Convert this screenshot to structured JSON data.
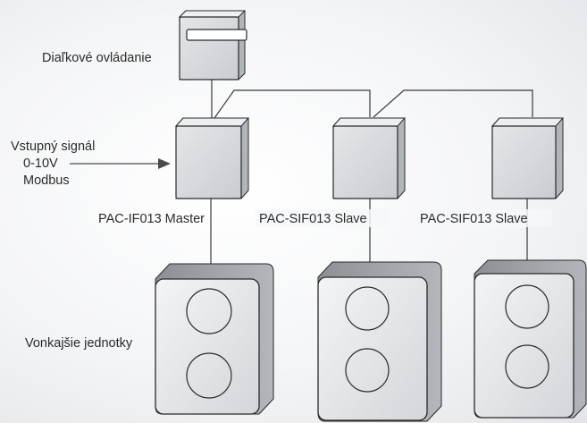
{
  "labels": {
    "remote": "Diaľkové ovládanie",
    "input_signal_title": "Vstupný signál",
    "input_signal_value": "0-10V",
    "input_signal_protocol": "Modbus",
    "master": "PAC-IF013 Master",
    "slave_1": "PAC-SIF013 Slave",
    "slave_2": "PAC-SIF013 Slave",
    "outdoor": "Vonkajšie jednotky"
  },
  "colors": {
    "box_front": "#d6d8dc",
    "box_side": "#9ea1a6",
    "box_top": "#eceef0",
    "outline": "#2a2a2a",
    "line": "#3a3a3a"
  }
}
